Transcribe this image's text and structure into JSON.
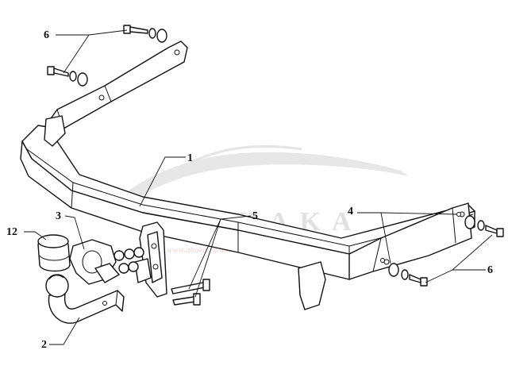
{
  "watermark": {
    "brand": "AHAKA",
    "subtitle": "www.ahaka.ru/automobil",
    "color": "#c9c9c9",
    "accent_color": "#e7b0b0"
  },
  "callouts": {
    "label_1": "1",
    "label_2": "2",
    "label_3": "3",
    "label_4": "4",
    "label_5": "5",
    "label_6_top": "6",
    "label_6_right": "6",
    "label_12": "12"
  },
  "colors": {
    "stroke": "#111111",
    "fill": "#ffffff"
  }
}
